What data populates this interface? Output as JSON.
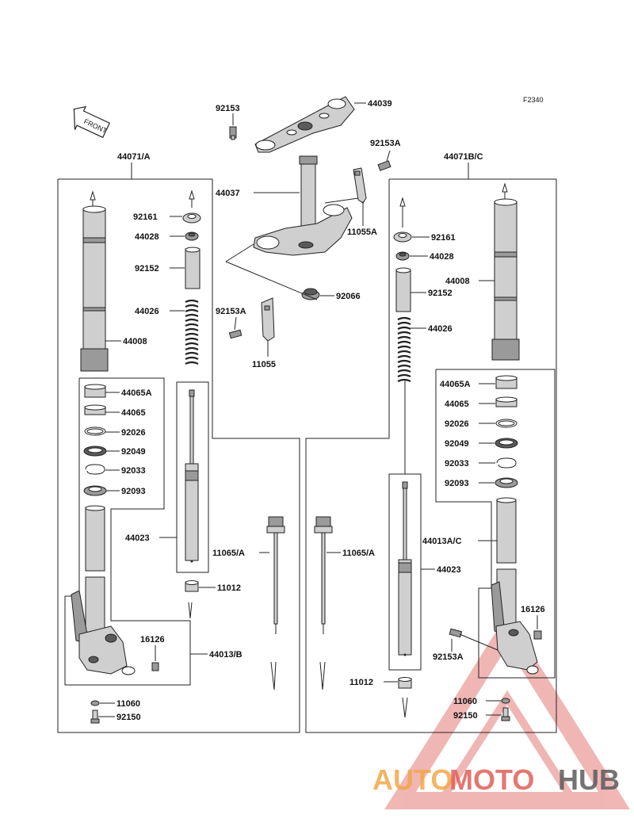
{
  "figure_code": "F2340",
  "front_label": "FRONT",
  "watermark": {
    "part1": "AUTO",
    "part2": "MOTO",
    "part3": "HUB"
  },
  "colors": {
    "line": "#222222",
    "watermark_red": "#e0605a",
    "watermark_orange": "#f2a74a",
    "watermark_gray": "#5b5b5b"
  },
  "labels": {
    "top_44039": "44039",
    "top_92153": "92153",
    "top_92153A": "92153A",
    "top_44037": "44037",
    "top_11055A": "11055A",
    "top_92066": "92066",
    "top_92153A_b": "92153A",
    "top_11055": "11055",
    "left_group": "44071/A",
    "l_92161": "92161",
    "l_44028": "44028",
    "l_92152": "92152",
    "l_44026": "44026",
    "l_44008": "44008",
    "l_44065A": "44065A",
    "l_44065": "44065",
    "l_92026": "92026",
    "l_92049": "92049",
    "l_92033": "92033",
    "l_92093": "92093",
    "l_44023": "44023",
    "l_11065A": "11065/A",
    "l_11012": "11012",
    "l_16126": "16126",
    "l_44013B": "44013/B",
    "l_11060": "11060",
    "l_92150": "92150",
    "right_group": "44071B/C",
    "r_92161": "92161",
    "r_44028": "44028",
    "r_44008": "44008",
    "r_92152": "92152",
    "r_44026": "44026",
    "r_44065A": "44065A",
    "r_44065": "44065",
    "r_92026": "92026",
    "r_92049": "92049",
    "r_92033": "92033",
    "r_92093": "92093",
    "r_11065A": "11065/A",
    "r_44013AC": "44013A/C",
    "r_44023": "44023",
    "r_16126": "16126",
    "r_92153A": "92153A",
    "r_11012": "11012",
    "r_11060": "11060",
    "r_92150": "92150"
  }
}
